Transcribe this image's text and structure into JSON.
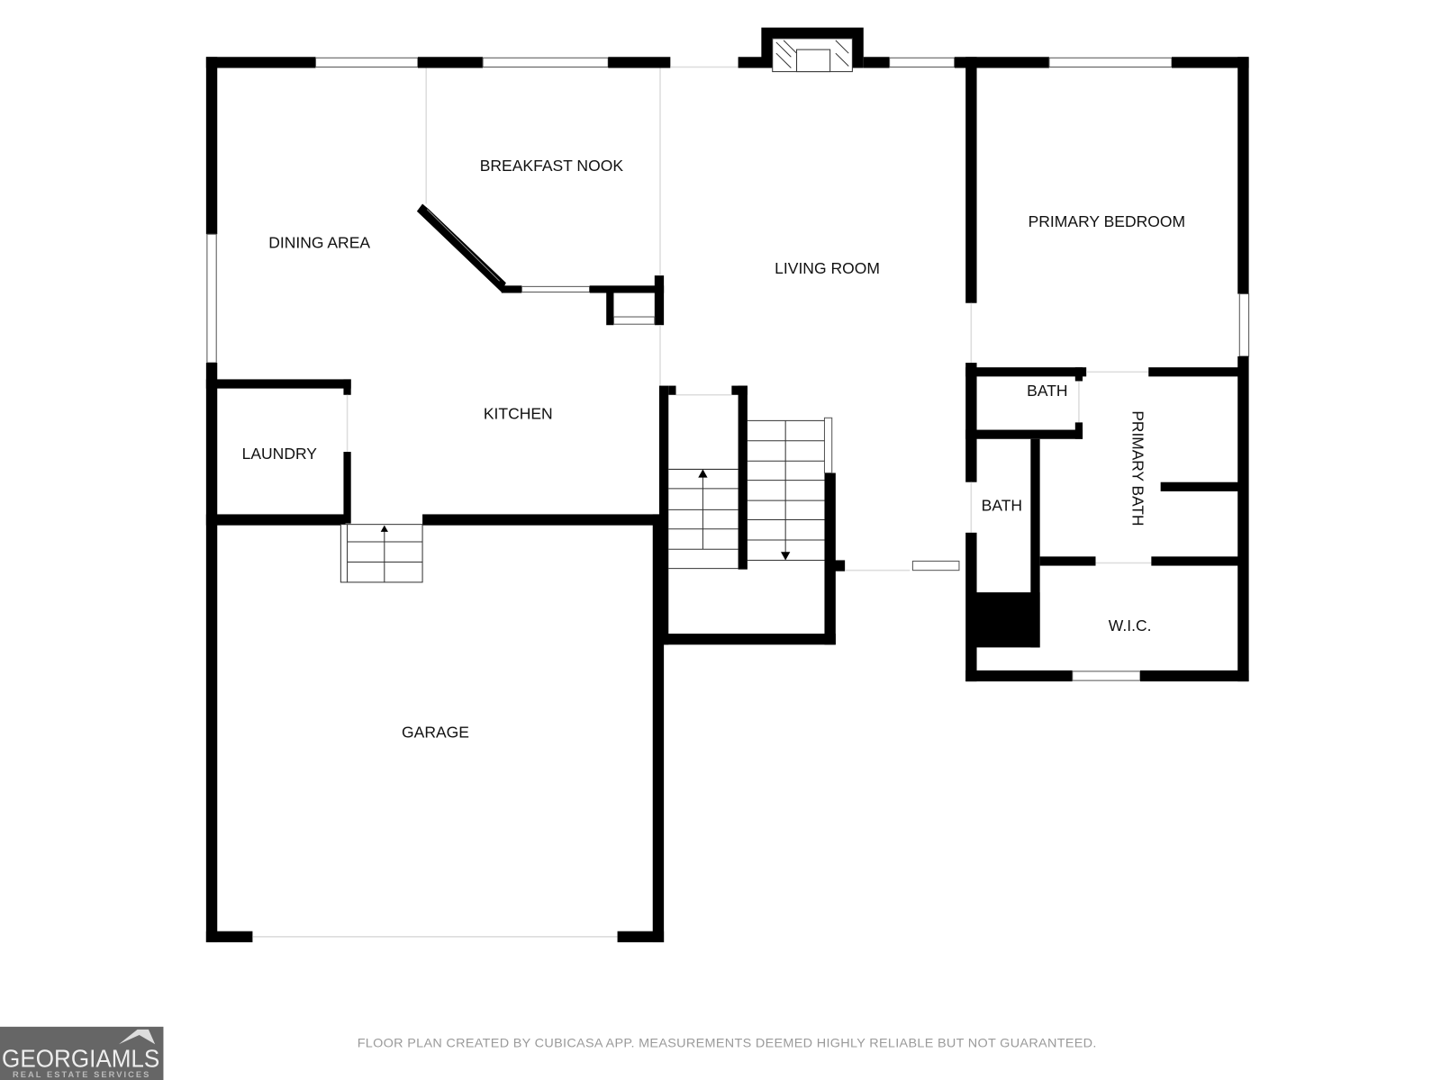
{
  "rooms": {
    "breakfast_nook": "BREAKFAST NOOK",
    "dining_area": "DINING AREA",
    "living_room": "LIVING ROOM",
    "primary_bedroom": "PRIMARY BEDROOM",
    "kitchen": "KITCHEN",
    "laundry": "LAUNDRY",
    "bath_upper": "BATH",
    "bath_lower": "BATH",
    "primary_bath": "PRIMARY BATH",
    "wic": "W.I.C.",
    "garage": "GARAGE"
  },
  "footer": {
    "disclaimer": "FLOOR PLAN CREATED BY CUBICASA APP. MEASUREMENTS DEEMED HIGHLY RELIABLE BUT NOT GUARANTEED."
  },
  "logo": {
    "name": "GEORGIAMLS",
    "tagline": "REAL ESTATE SERVICES"
  }
}
